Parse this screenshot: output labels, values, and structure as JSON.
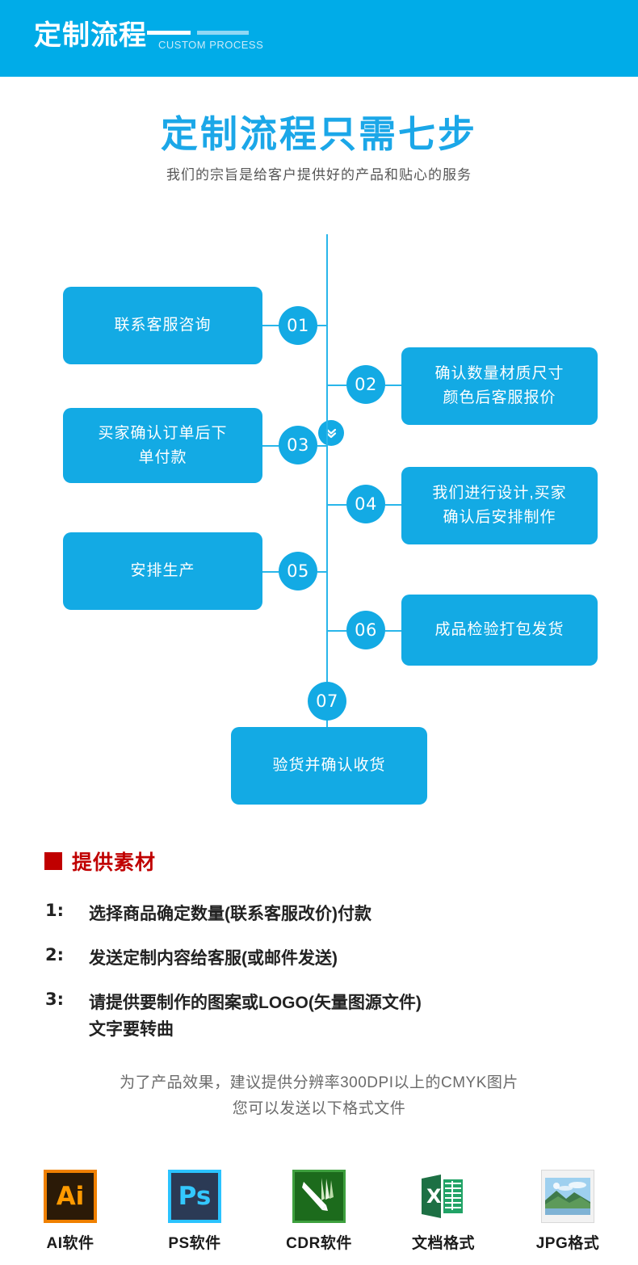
{
  "header": {
    "title": "定制流程",
    "subtitle": "CUSTOM PROCESS",
    "bar_color": "#00ace8",
    "dash_white_color": "#ffffff",
    "dash_light_color": "#8fd8f4"
  },
  "hero": {
    "title": "定制流程只需七步",
    "subtitle": "我们的宗旨是给客户提供好的产品和贴心的服务",
    "title_color": "#1ba7e8"
  },
  "flow": {
    "accent_color": "#13aae4",
    "line_color": "#29b6ea",
    "top_icon": "double-chevron-down-icon",
    "steps": [
      {
        "number": "01",
        "text": "联系客服咨询",
        "side": "left"
      },
      {
        "number": "02",
        "text": "确认数量材质尺寸\n颜色后客服报价",
        "side": "right"
      },
      {
        "number": "03",
        "text": "买家确认订单后下\n单付款",
        "side": "left"
      },
      {
        "number": "04",
        "text": "我们进行设计,买家\n确认后安排制作",
        "side": "right"
      },
      {
        "number": "05",
        "text": "安排生产",
        "side": "left"
      },
      {
        "number": "06",
        "text": "成品检验打包发货",
        "side": "right"
      },
      {
        "number": "07",
        "text": "验货并确认收货",
        "side": "center"
      }
    ]
  },
  "materials": {
    "section_title": "提供素材",
    "section_title_color": "#c00000",
    "items": [
      {
        "num": "1:",
        "line1": "选择商品确定数量(联系客服改价)付款",
        "line2": ""
      },
      {
        "num": "2:",
        "line1": "发送定制内容给客服(或邮件发送)",
        "line2": ""
      },
      {
        "num": "3:",
        "line1": "请提供要制作的图案或LOGO(矢量图源文件)",
        "line2": "文字要转曲"
      }
    ],
    "note_line1": "为了产品效果，建议提供分辨率300DPI以上的CMYK图片",
    "note_line2": "您可以发送以下格式文件"
  },
  "formats": [
    {
      "label": "AI软件",
      "glyph": "Ai",
      "icon": "illustrator-icon"
    },
    {
      "label": "PS软件",
      "glyph": "Ps",
      "icon": "photoshop-icon"
    },
    {
      "label": "CDR软件",
      "glyph": "",
      "icon": "coreldraw-icon"
    },
    {
      "label": "文档格式",
      "glyph": "X",
      "icon": "excel-icon"
    },
    {
      "label": "JPG格式",
      "glyph": "",
      "icon": "photo-image-icon"
    }
  ]
}
